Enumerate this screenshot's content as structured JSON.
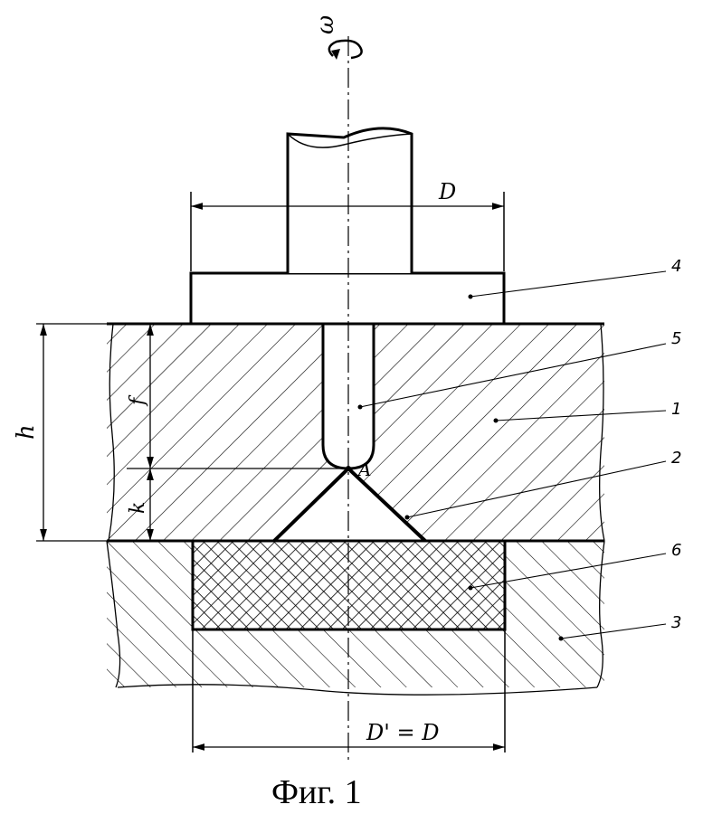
{
  "labels": {
    "omega": "ω",
    "D": "D",
    "D_prime": "D' = D",
    "h": "h",
    "f": "f",
    "k": "k",
    "A": "A"
  },
  "parts": {
    "p1": "1",
    "p2": "2",
    "p3": "3",
    "p4": "4",
    "p5": "5",
    "p6": "6"
  },
  "caption": "Фиг. 1"
}
